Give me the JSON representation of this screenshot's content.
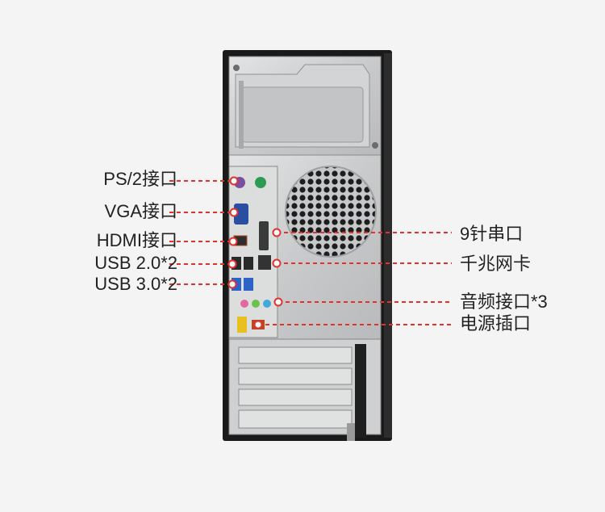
{
  "labels_left": [
    {
      "id": "ps2",
      "text": "PS/2接口"
    },
    {
      "id": "vga",
      "text": "VGA接口"
    },
    {
      "id": "hdmi",
      "text": "HDMI接口"
    },
    {
      "id": "usb2",
      "text": "USB 2.0*2"
    },
    {
      "id": "usb3",
      "text": "USB 3.0*2"
    }
  ],
  "labels_right": [
    {
      "id": "serial",
      "text": "9针串口"
    },
    {
      "id": "lan",
      "text": "千兆网卡"
    },
    {
      "id": "audio",
      "text": "音频接口*3"
    },
    {
      "id": "power",
      "text": "电源插口"
    }
  ],
  "colors": {
    "leader": "#e0332d",
    "dot": "#e0332d",
    "chassis": "#1c1c1c",
    "panel": "#cfd0d1"
  }
}
